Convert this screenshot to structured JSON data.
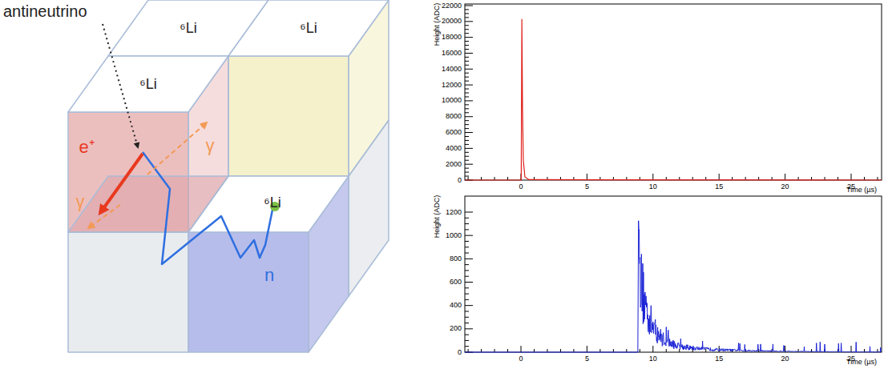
{
  "diagram": {
    "labels": [
      "antineutrino",
      "⁶Li",
      "⁶Li",
      "⁶Li",
      "⁶Li",
      "e⁺",
      "γ",
      "γ",
      "n",
      "Height (ADC)",
      "Time (µs)",
      "0",
      "2000",
      "4000",
      "6000",
      "8000",
      "10000",
      "12000",
      "14000",
      "16000",
      "18000",
      "20000",
      "22000",
      "0",
      "5",
      "10",
      "15",
      "20",
      "25",
      "Height (ADC)",
      "Time (µs)",
      "0",
      "200",
      "400",
      "600",
      "800",
      "1000",
      "1200",
      "0",
      "5",
      "10",
      "15",
      "20",
      "25"
    ]
  }
}
